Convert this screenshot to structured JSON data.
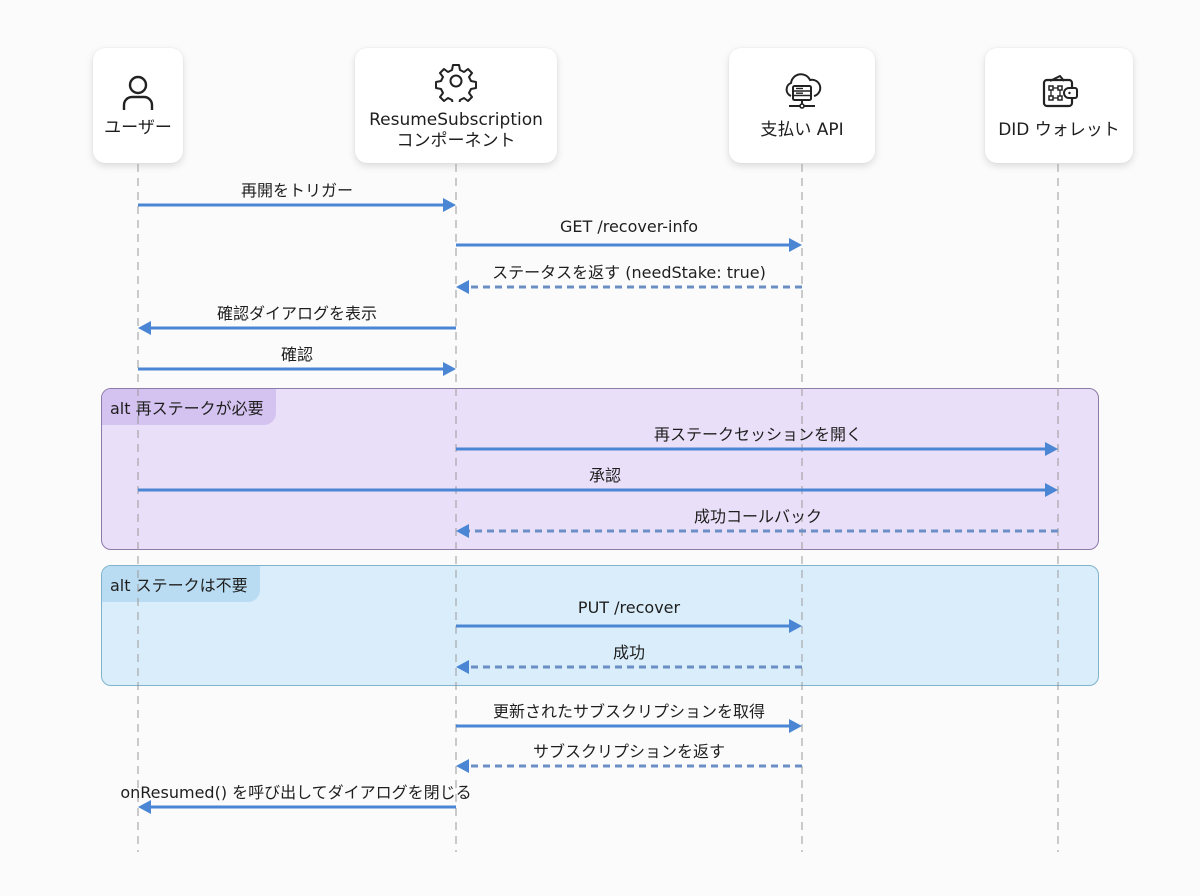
{
  "participants": [
    {
      "id": "user",
      "label_lines": [
        "ユーザー"
      ],
      "icon": "user-icon"
    },
    {
      "id": "component",
      "label_lines": [
        "ResumeSubscription",
        "コンポーネント"
      ],
      "icon": "gear-icon"
    },
    {
      "id": "api",
      "label_lines": [
        "支払い API"
      ],
      "icon": "cloud-server-icon"
    },
    {
      "id": "wallet",
      "label_lines": [
        "DID ウォレット"
      ],
      "icon": "wallet-icon"
    }
  ],
  "frames": [
    {
      "kind": "alt",
      "label": "alt 再ステークが必要",
      "fill": "#e9dff8",
      "border": "#8c7aa8",
      "tag_fill": "#d4c3f0"
    },
    {
      "kind": "alt",
      "label": "alt ステークは不要",
      "fill": "#d9eefa",
      "border": "#7fb3cc",
      "tag_fill": "#b9dcf2"
    }
  ],
  "messages": [
    {
      "from": "user",
      "to": "component",
      "label": "再開をトリガー",
      "style": "solid"
    },
    {
      "from": "component",
      "to": "api",
      "label": "GET /recover-info",
      "style": "solid"
    },
    {
      "from": "api",
      "to": "component",
      "label": "ステータスを返す (needStake: true)",
      "style": "dashed"
    },
    {
      "from": "component",
      "to": "user",
      "label": "確認ダイアログを表示",
      "style": "solid"
    },
    {
      "from": "user",
      "to": "component",
      "label": "確認",
      "style": "solid"
    },
    {
      "from": "component",
      "to": "wallet",
      "label": "再ステークセッションを開く",
      "style": "solid",
      "frame": 0
    },
    {
      "from": "user",
      "to": "wallet",
      "label": "承認",
      "style": "solid",
      "frame": 0
    },
    {
      "from": "wallet",
      "to": "component",
      "label": "成功コールバック",
      "style": "dashed",
      "frame": 0
    },
    {
      "from": "component",
      "to": "api",
      "label": "PUT /recover",
      "style": "solid",
      "frame": 1
    },
    {
      "from": "api",
      "to": "component",
      "label": "成功",
      "style": "dashed",
      "frame": 1
    },
    {
      "from": "component",
      "to": "api",
      "label": "更新されたサブスクリプションを取得",
      "style": "solid"
    },
    {
      "from": "api",
      "to": "component",
      "label": "サブスクリプションを返す",
      "style": "dashed"
    },
    {
      "from": "component",
      "to": "user",
      "label": "onResumed() を呼び出してダイアログを閉じる",
      "style": "solid"
    }
  ],
  "colors": {
    "arrow": "#4a86d4",
    "dashed_arrow": "#6b8fc4",
    "lifeline": "#9a9a9a"
  }
}
